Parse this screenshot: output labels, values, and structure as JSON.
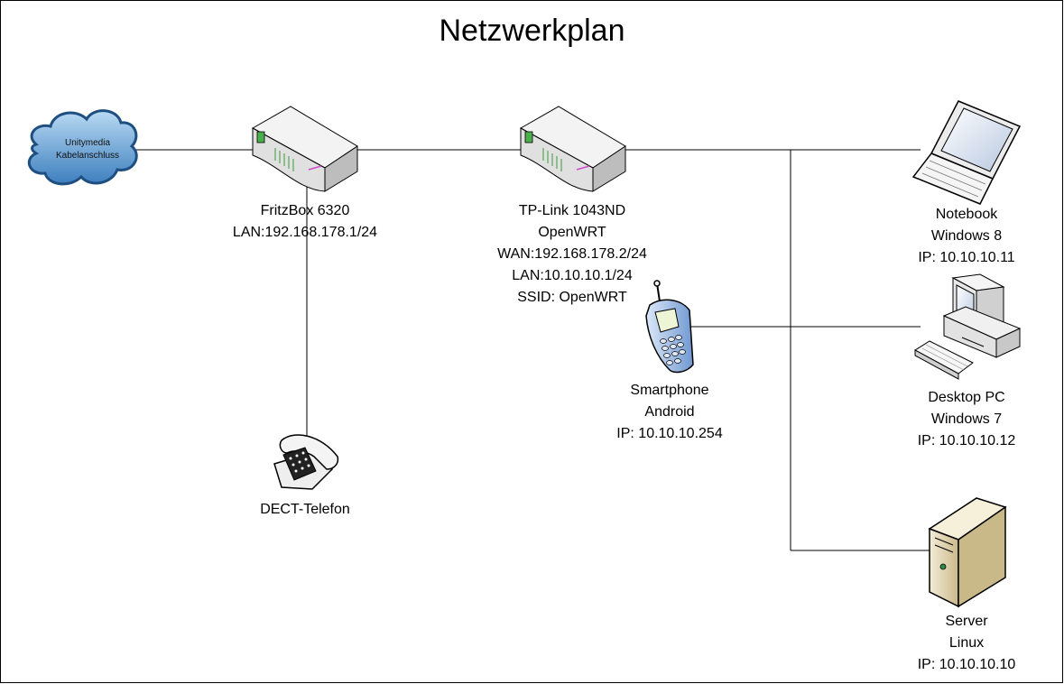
{
  "title": "Netzwerkplan",
  "cloud": {
    "line1": "Unitymedia",
    "line2": "Kabelanschluss"
  },
  "fritzbox": {
    "line1": "FritzBox 6320",
    "line2": "LAN:192.168.178.1/24"
  },
  "tplink": {
    "line1": "TP-Link 1043ND",
    "line2": "OpenWRT",
    "line3": "WAN:192.168.178.2/24",
    "line4": "LAN:10.10.10.1/24",
    "line5": "SSID: OpenWRT"
  },
  "notebook": {
    "line1": "Notebook",
    "line2": "Windows 8",
    "line3": "IP: 10.10.10.11"
  },
  "smartphone": {
    "line1": "Smartphone",
    "line2": "Android",
    "line3": "IP: 10.10.10.254"
  },
  "desktop": {
    "line1": "Desktop PC",
    "line2": "Windows 7",
    "line3": "IP: 10.10.10.12"
  },
  "dect": {
    "line1": "DECT-Telefon"
  },
  "server": {
    "line1": "Server",
    "line2": "Linux",
    "line3": "IP: 10.10.10.10"
  },
  "icons": {
    "cloud": "cloud-icon",
    "router": "router-icon",
    "laptop": "laptop-icon",
    "phone": "cellphone-icon",
    "desktop": "desktop-computer-icon",
    "telephone": "telephone-icon",
    "server": "server-icon"
  },
  "colors": {
    "line": "#000000",
    "cloud": "#6fa8d8",
    "device_body": "#e9e9e9",
    "server_body": "#e7dcc0",
    "phone_body": "#a8c4ea"
  }
}
